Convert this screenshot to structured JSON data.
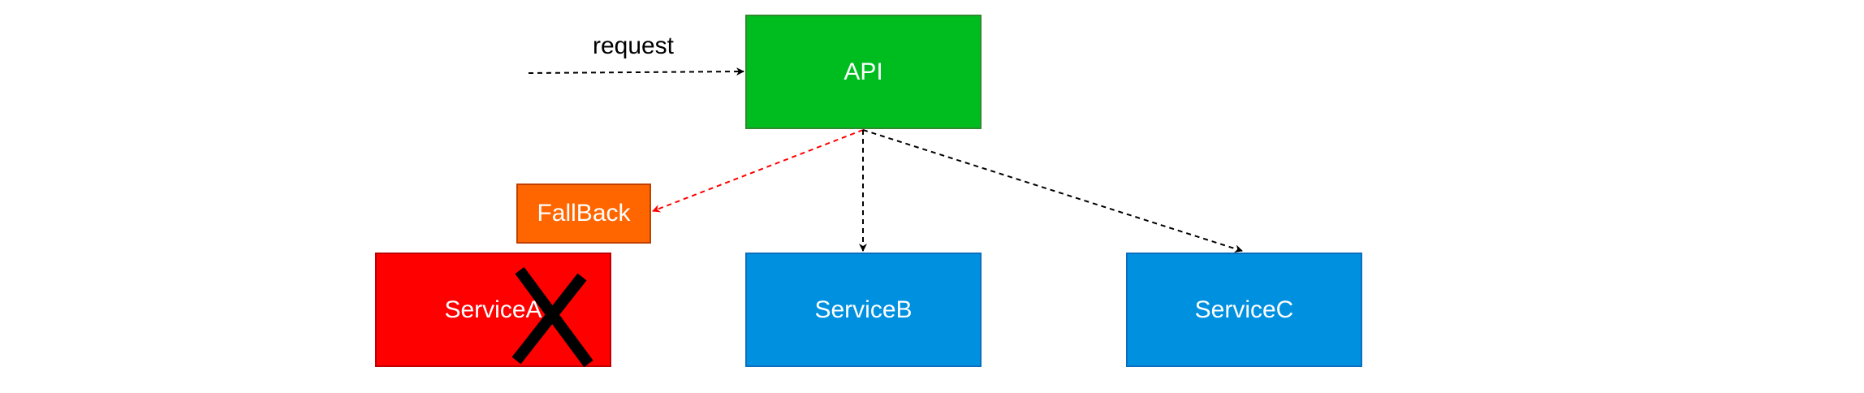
{
  "nodes": {
    "api": {
      "label": "API",
      "color": "#00bd1f"
    },
    "fallback": {
      "label": "FallBack",
      "color": "#ff6600"
    },
    "service_a": {
      "label": "ServiceA",
      "color": "#ff0000",
      "status": "failed"
    },
    "service_b": {
      "label": "ServiceB",
      "color": "#0090e0"
    },
    "service_c": {
      "label": "ServiceC",
      "color": "#0090e0"
    }
  },
  "edges": [
    {
      "from": "client",
      "to": "api",
      "label": "request",
      "style": "dashed",
      "color": "#000000"
    },
    {
      "from": "api",
      "to": "fallback",
      "label": "",
      "style": "dashed",
      "color": "#ff0000"
    },
    {
      "from": "api",
      "to": "service_b",
      "label": "",
      "style": "dashed",
      "color": "#000000"
    },
    {
      "from": "api",
      "to": "service_c",
      "label": "",
      "style": "dashed",
      "color": "#000000"
    }
  ],
  "failure_marker": {
    "icon": "cross-icon",
    "target": "service_a",
    "color": "#000000"
  }
}
